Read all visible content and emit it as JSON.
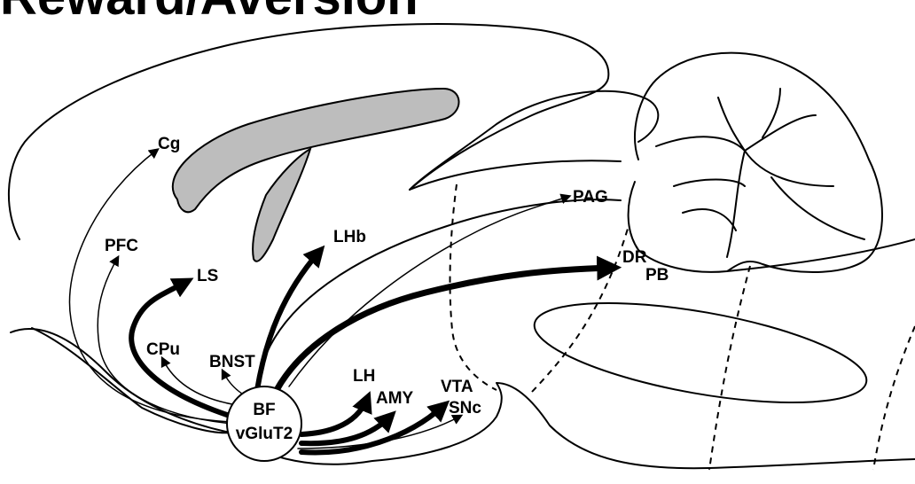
{
  "title": "Reward/Aversion",
  "source": {
    "line1": "BF",
    "line2": "vGluT2"
  },
  "regions": {
    "cg": "Cg",
    "pfc": "PFC",
    "ls": "LS",
    "lhb": "LHb",
    "cpu": "CPu",
    "bnst": "BNST",
    "pag": "PAG",
    "dr": "DR",
    "pb": "PB",
    "lh": "LH",
    "amy": "AMY",
    "vta": "VTA",
    "snc": "SNc"
  },
  "colors": {
    "stroke": "#000000",
    "ventricle_fill": "#bdbdbd",
    "background": "#ffffff"
  }
}
